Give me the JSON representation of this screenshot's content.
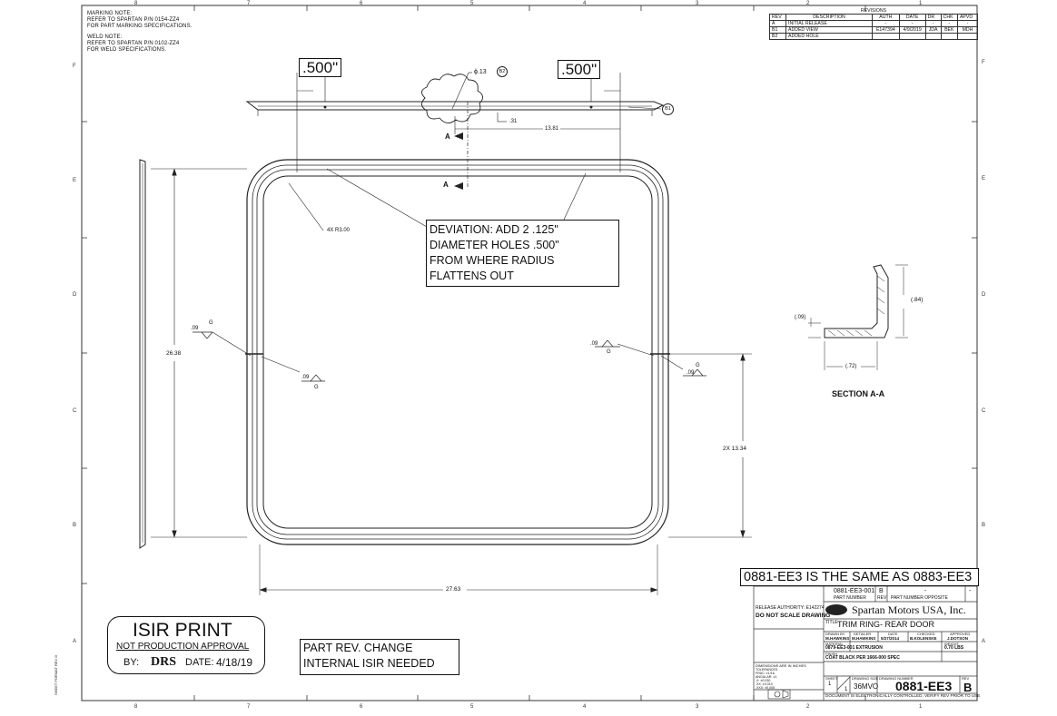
{
  "zones": {
    "top": [
      "8",
      "7",
      "6",
      "5",
      "4",
      "3",
      "2",
      "1"
    ],
    "bottom": [
      "8",
      "7",
      "6",
      "5",
      "4",
      "3",
      "2",
      "1"
    ],
    "left": [
      "F",
      "E",
      "D",
      "C",
      "B",
      "A"
    ],
    "right": [
      "F",
      "E",
      "D",
      "C",
      "B",
      "A"
    ]
  },
  "notes": {
    "marking_title": "MARKING NOTE:",
    "marking_1": "REFER TO SPARTAN P/N 0154-ZZ4",
    "marking_2": "FOR PART MARKING SPECIFICATIONS.",
    "weld_title": "WELD NOTE:",
    "weld_1": "REFER TO SPARTAN P/N 0102-ZZ4",
    "weld_2": "FOR WELD SPECIFICATIONS."
  },
  "revisions": {
    "title": "REVISIONS",
    "headers": [
      "REV",
      "DESCRIPTION",
      "AUTH",
      "DATE",
      "DR",
      "CHK",
      "APVD"
    ],
    "rows": [
      [
        "A",
        "INITIAL RELEASE",
        "-",
        "-",
        "-",
        "-",
        "-"
      ],
      [
        "B1",
        "ADDED VIEW",
        "E147394",
        "4/9/2019",
        "JDA",
        "BEK",
        "MDH"
      ],
      [
        "B2",
        "ADDED HOLE",
        "",
        "",
        "",
        "",
        ""
      ]
    ]
  },
  "callouts": {
    "dim_500_left": ".500\"",
    "dim_500_right": ".500\"",
    "hole_dia": "ϕ.13",
    "balloon_b2": "B2",
    "balloon_b1": "B1",
    "dim_31": ".31",
    "dim_13_81": "13.81",
    "section_a_top": "A",
    "section_a_mid": "A",
    "radius": "4X R3.00",
    "deviation": [
      "DEVIATION: ADD 2 .125\"",
      "DIAMETER HOLES .500\"",
      "FROM WHERE RADIUS",
      "FLATTENS OUT"
    ],
    "weld_09_a": ".09",
    "weld_g_a": "G",
    "weld_09_b": ".09",
    "weld_g_b": "G",
    "weld_09_c": ".09",
    "weld_g_c": "G",
    "weld_09_d": ".09",
    "weld_g_d": "G",
    "height": "26.38",
    "width": "27.63",
    "side_height": "2X 13.34"
  },
  "section": {
    "dim_09": "(.09)",
    "dim_84": "(.84)",
    "dim_72": "(.72)",
    "title": "SECTION A-A"
  },
  "same_as": "0881-EE3 IS THE SAME AS 0883-EE3",
  "isir": {
    "title": "ISIR PRINT",
    "subtitle": "NOT PRODUCTION APPROVAL",
    "by_label": "BY:",
    "by_value": "DRS",
    "date_label": "DATE:",
    "date_value": "4/18/19"
  },
  "part_rev": [
    "PART REV. CHANGE",
    "INTERNAL ISIR NEEDED"
  ],
  "title_block": {
    "part_number": "0881-EE3-001",
    "rev_small": "B",
    "opposite_value": "-",
    "opposite_rev": "-",
    "part_number_label": "PART NUMBER",
    "rev_label": "REV",
    "opposite_label": "PART NUMBER OPPOSITE",
    "company": "Spartan Motors USA, Inc.",
    "release_authority": "RELEASE AUTHORITY: E142274",
    "do_not_scale": "DO NOT SCALE DRAWING",
    "title_label": "TITLE",
    "title": "TRIM RING- REAR DOOR",
    "drawn_by_label": "DRAWN BY",
    "drawn_by": "M.HAWKINS",
    "detailer_label": "DETAILER",
    "detailer": "M.HAWKINS",
    "date_label": "DATE",
    "date": "5/27/2014",
    "checked_label": "CHECKED",
    "checked": "B.KOLENSKE",
    "approved_label": "APPROVED",
    "approved": "J.DOTSON",
    "material_label": "MATERIAL",
    "material": "0879-EE3-001 EXTRUSION",
    "weight_label": "WEIGHT",
    "weight": "0.70 LBS",
    "finish_label": "FINISH",
    "finish": "COAT BLACK PER 1666-000 SPEC",
    "sheet_label": "SHEET",
    "sheet": "1",
    "sheet_of": "1",
    "size_label": "DRAWING SIZE",
    "size": "36MVO",
    "drawing_number_label": "DRAWING NUMBER",
    "drawing_number": "0881-EE3",
    "rev_big_label": "REV",
    "rev_big": "B",
    "bottom_note": "DOCUMENT IS ELECTRONICALLY CONTROLLED, VERIFY REV PRIOR TO USE",
    "tolerance_title": "DIMENSIONS ARE IN INCHES",
    "tolerance_lines": [
      "TOLERANCES",
      "FRAC: ±1/16",
      "ANGULAR: ±1",
      ".X: ±0.030",
      ".XX: ±0.010",
      ".XXX: ±0.005"
    ]
  },
  "margin_note": "SHEET FORMAT REV D"
}
